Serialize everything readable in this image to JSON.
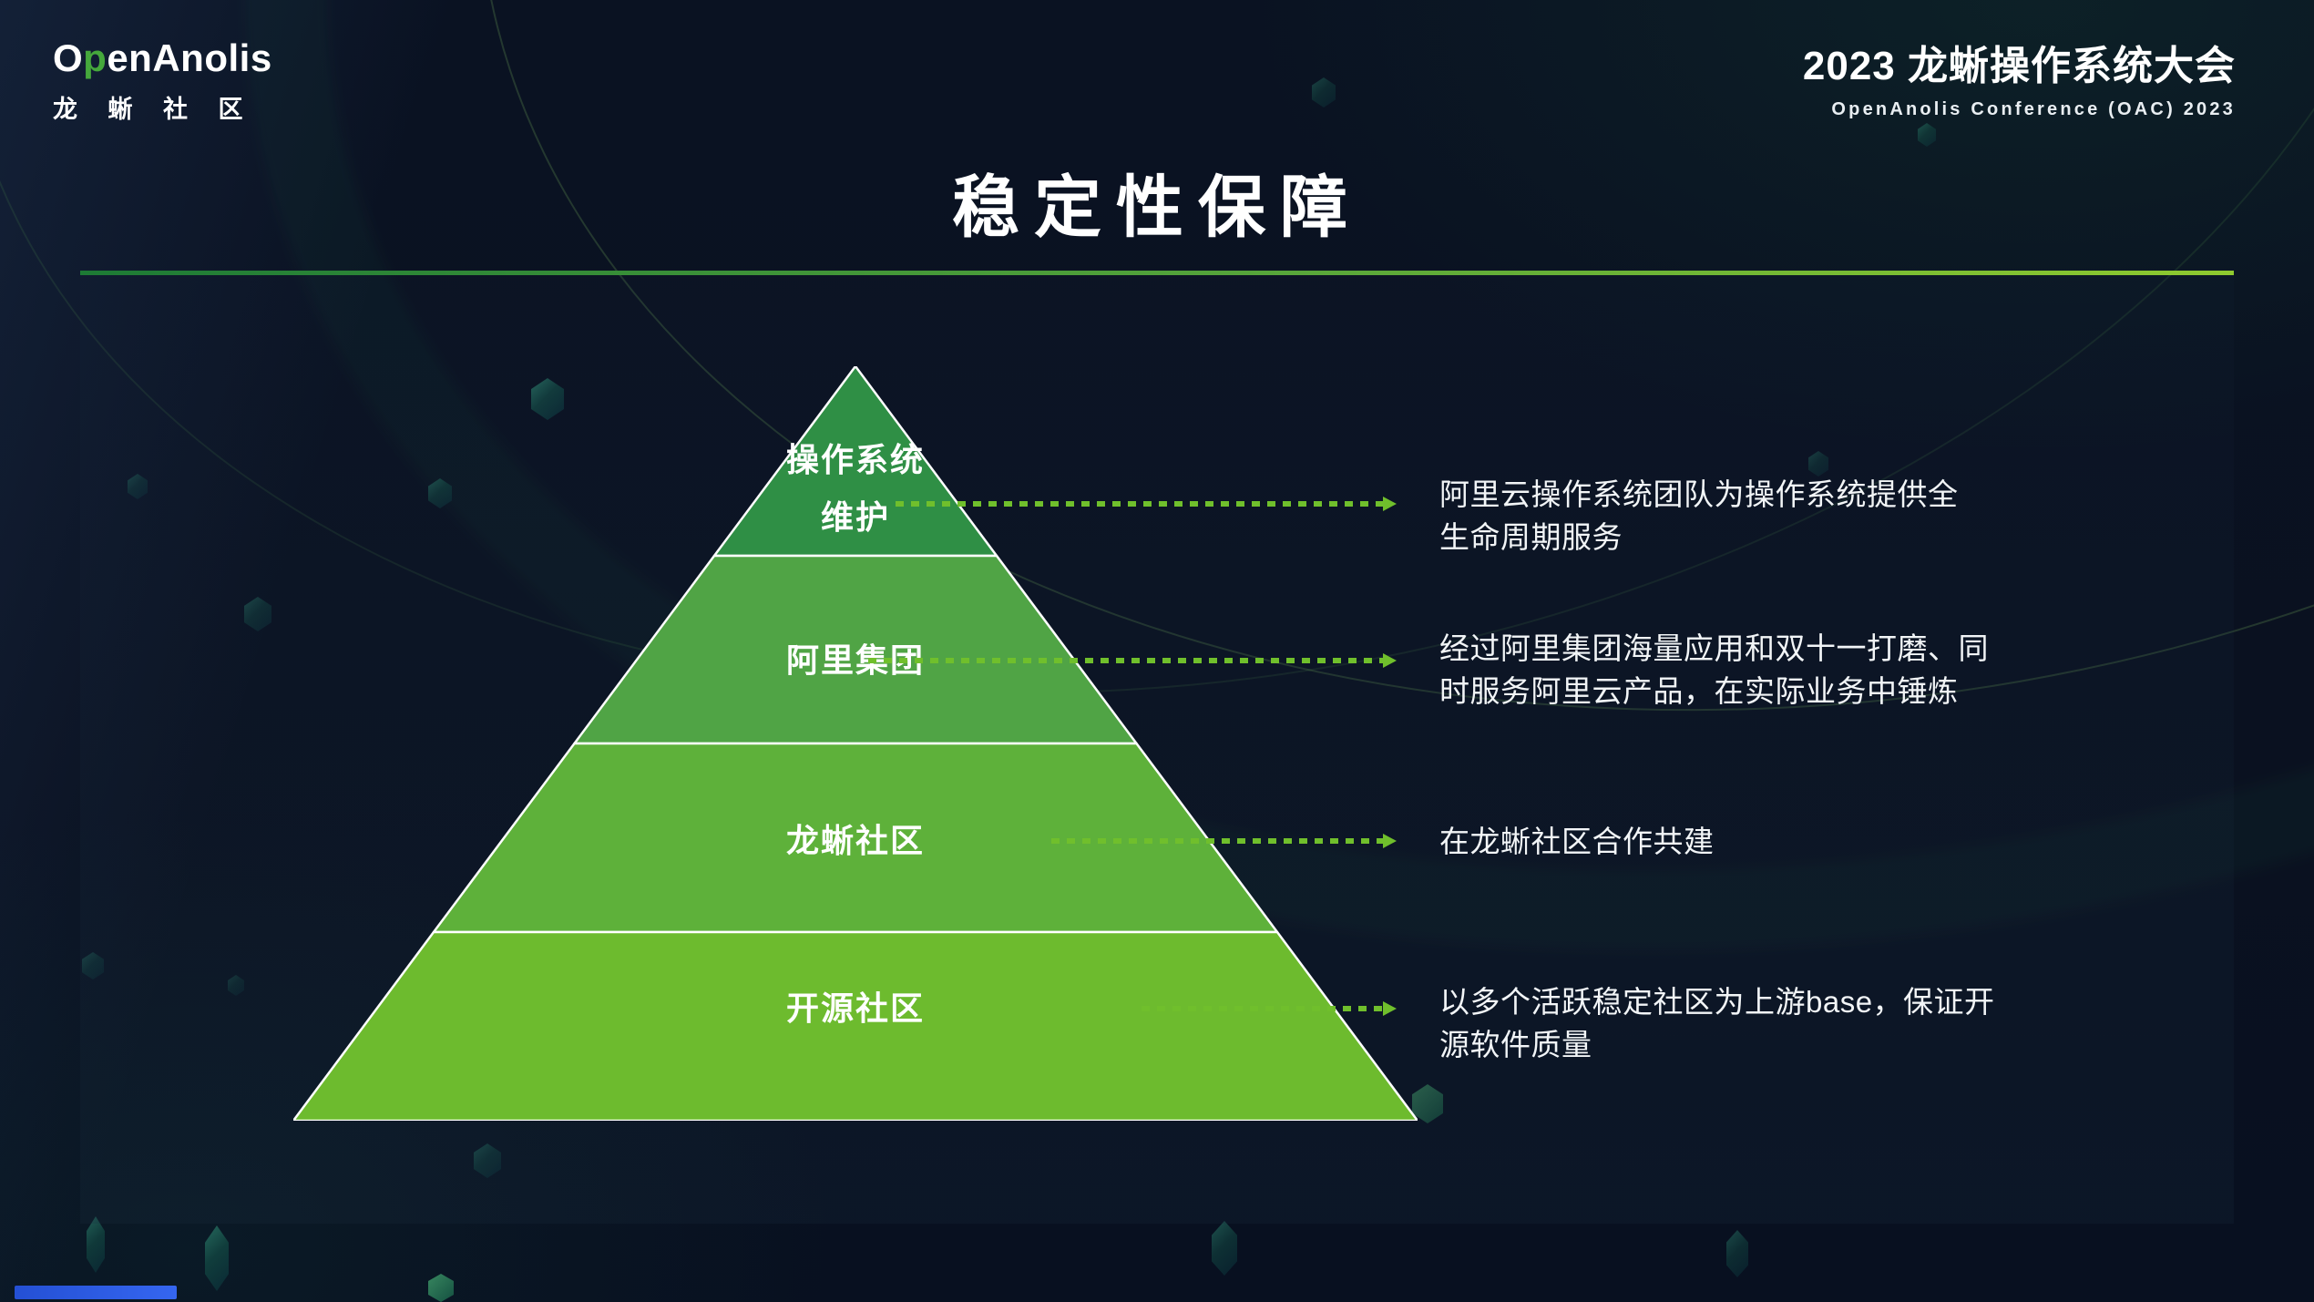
{
  "brand": {
    "logo_prefix": "O",
    "logo_gecko": "p",
    "logo_suffix": "enAnolis",
    "logo_sub": "龙 蜥 社 区"
  },
  "conference": {
    "title": "2023 龙蜥操作系统大会",
    "subtitle": "OpenAnolis Conference (OAC) 2023"
  },
  "slide": {
    "title": "稳定性保障"
  },
  "pyramid": {
    "levels": [
      {
        "label_line1": "操作系统",
        "label_line2": "维护",
        "color": "#2f8f45",
        "desc_line1": "阿里云操作系统团队为操作系统提供全",
        "desc_line2": "生命周期服务"
      },
      {
        "label_line1": "阿里集团",
        "color": "#50a445",
        "desc_line1": "经过阿里集团海量应用和双十一打磨、同",
        "desc_line2": "时服务阿里云产品，在实际业务中锤炼"
      },
      {
        "label_line1": "龙蜥社区",
        "color": "#5eb13a",
        "desc_line1": "在龙蜥社区合作共建"
      },
      {
        "label_line1": "开源社区",
        "color": "#6dbb2e",
        "desc_line1": "以多个活跃稳定社区为上游base，保证开",
        "desc_line2": "源软件质量"
      }
    ]
  },
  "colors": {
    "accent_green": "#70bf2c",
    "line_start": "#1d7a35",
    "line_end": "#8fca2f",
    "logo_green": "#45a83c",
    "progress_blue": "#3566f0",
    "level1_green": "#2f8f45",
    "level2_green": "#50a445",
    "level3_green": "#5eb13a",
    "level4_green": "#6dbb2e",
    "divider_white": "#ffffff"
  }
}
